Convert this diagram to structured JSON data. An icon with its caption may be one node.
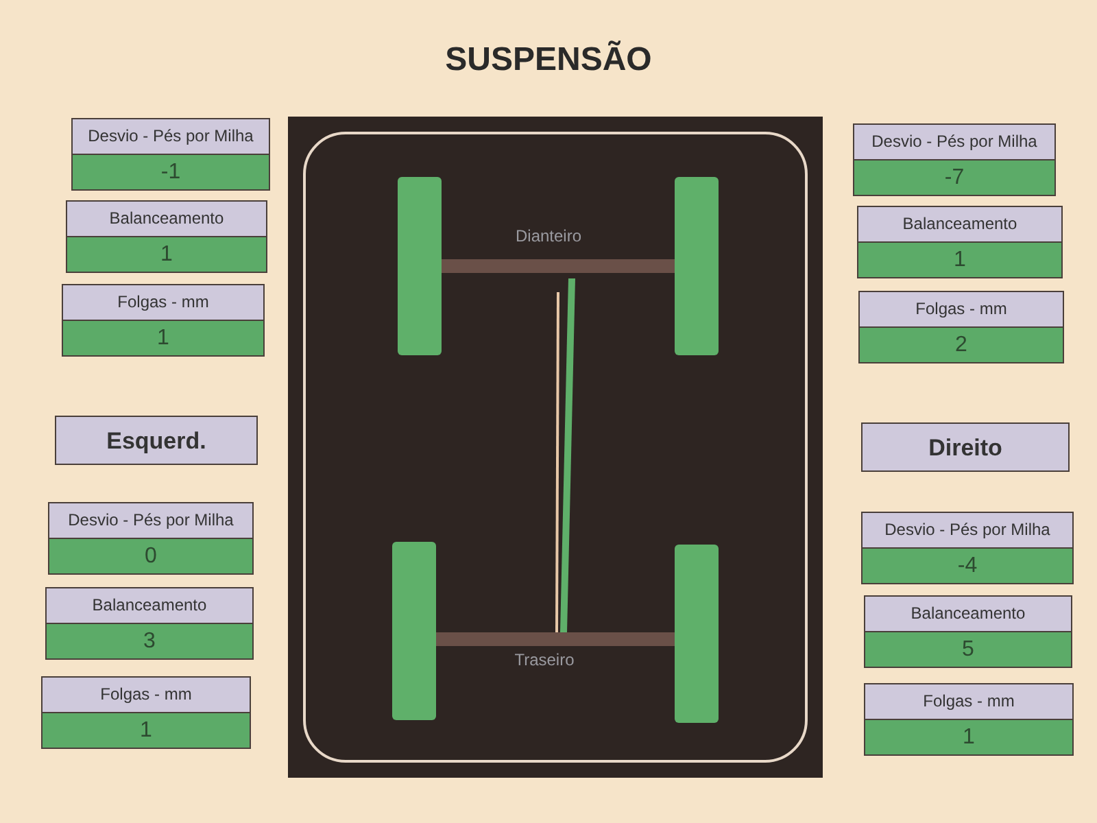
{
  "diagram": {
    "title": "SUSPENSÃO",
    "nodes": [
      {
        "text": [
          "Desvio - Pés por Milha",
          "-1"
        ]
      },
      {
        "text": [
          "Desvio - Pés por Milha",
          "-7"
        ]
      },
      {
        "text": [
          "Balanceamento",
          "1"
        ]
      },
      {
        "text": [
          "Balanceamento",
          "1"
        ]
      },
      {
        "text": [
          "Folgas - mm",
          "1"
        ]
      },
      {
        "text": [
          "Folgas - mm",
          "2"
        ]
      },
      {
        "text": [
          "Esquerd."
        ]
      },
      {
        "text": [
          "Direito"
        ]
      },
      {
        "text": [
          "Desvio - Pés por Milha",
          "0"
        ]
      },
      {
        "text": [
          "Desvio - Pés por Milha",
          "-4"
        ]
      },
      {
        "text": [
          "Balanceamento",
          "3"
        ]
      },
      {
        "text": [
          "Balanceamento",
          "5"
        ]
      },
      {
        "text": [
          "Folgas - mm",
          "1"
        ]
      },
      {
        "text": [
          "Folgas - mm",
          "1"
        ]
      }
    ],
    "labels": [
      "Dianteiro",
      "Traseiro"
    ]
  }
}
